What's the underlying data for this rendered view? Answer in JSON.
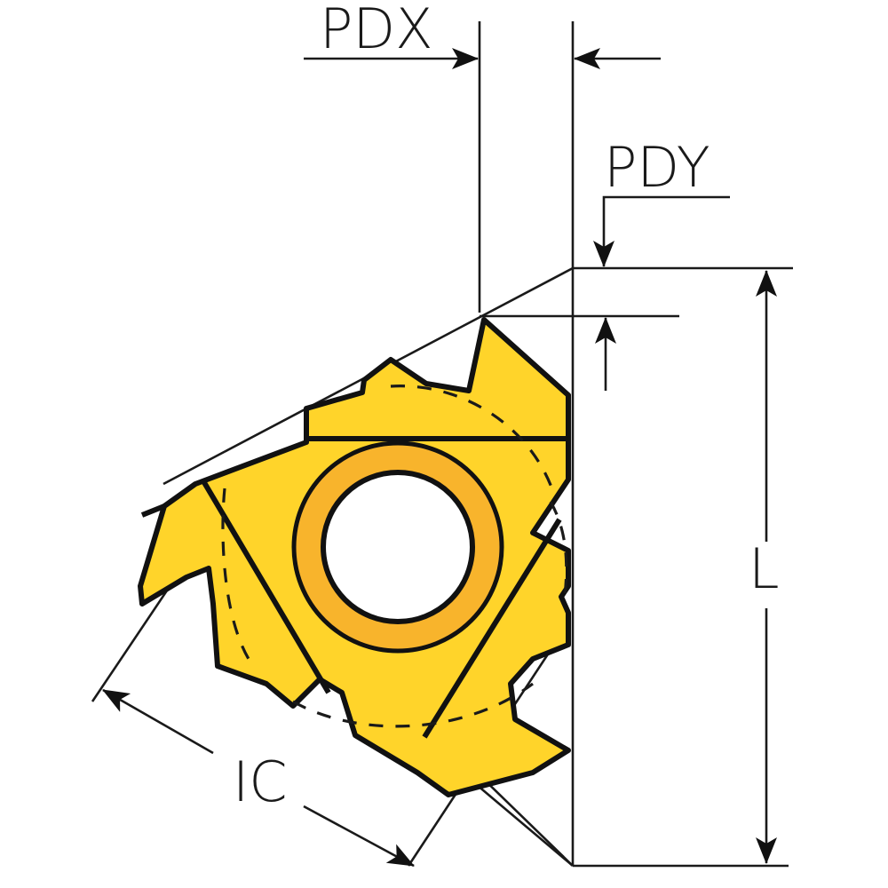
{
  "diagram": {
    "subject": "Threading insert (triangular, laydown)",
    "labels": {
      "pdx": "PDX",
      "pdy": "PDY",
      "length": "L",
      "inscribed_circle": "IC"
    },
    "colors": {
      "insert_body": "#FFD42A",
      "clamp_ring": "#F8B42C",
      "outline": "#111111",
      "dimension_lines": "#1a1a1a",
      "background": "#ffffff"
    }
  }
}
